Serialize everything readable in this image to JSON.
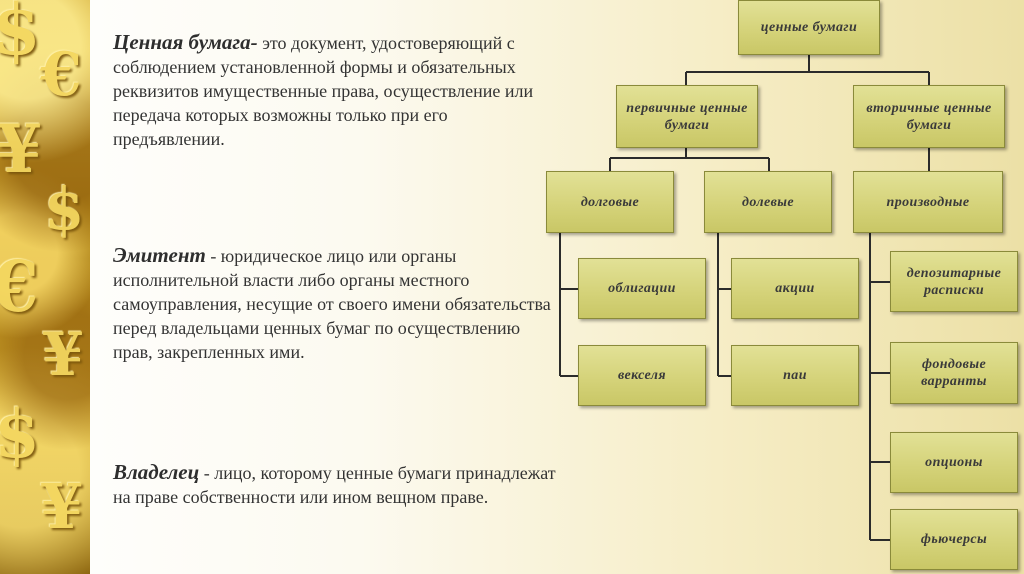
{
  "definitions": [
    {
      "term": "Ценная бумага-",
      "text": " это документ, удостоверяющий с соблюдением установленной формы и обязательных реквизитов имущественные права, осуществление или передача которых возможны только при его предъявлении."
    },
    {
      "term": "Эмитент",
      "text": " - юридическое лицо или органы исполнительной власти либо органы местного самоуправления, несущие от своего имени обязательства перед владельцами ценных бумаг по осуществлению прав, закрепленных ими."
    },
    {
      "term": "Владелец",
      "text": " - лицо, которому ценные бумаги принадлежат на праве собственности или ином вещном праве."
    }
  ],
  "tree": {
    "root": "ценные бумаги",
    "primary": "первичные ценные бумаги",
    "secondary": "вторичные ценные бумаги",
    "debt": "долговые",
    "equity": "долевые",
    "derivatives": "производные",
    "bonds": "облигации",
    "bills": "векселя",
    "shares": "акции",
    "units": "паи",
    "receipts": "депозитарные расписки",
    "warrants": "фондовые варранты",
    "options": "опционы",
    "futures": "фьючерсы"
  },
  "colors": {
    "node_fill": "#d5d37a",
    "node_border": "#8a8a3a",
    "connector": "#2b2b2b",
    "side_strip": "#c79a1e"
  },
  "decorative_glyphs": [
    "$",
    "€",
    "¥",
    "$",
    "€",
    "¥",
    "$",
    "¥"
  ]
}
